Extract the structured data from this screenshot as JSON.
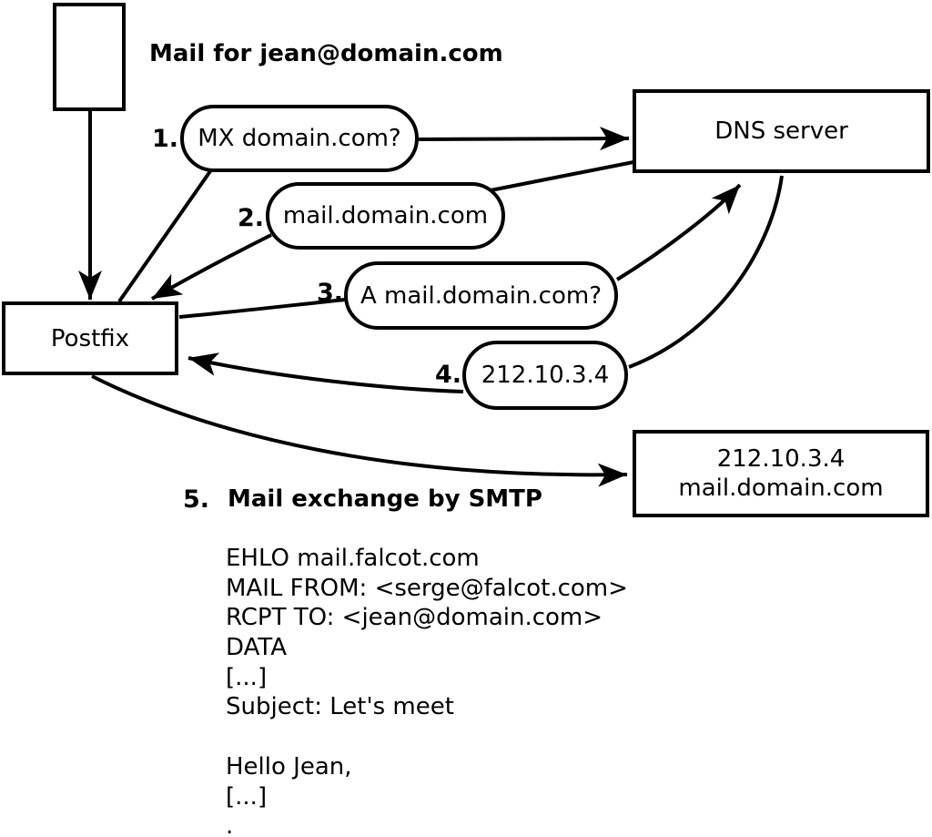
{
  "diagram": {
    "title_note": "Mail for jean@domain.com",
    "nodes": {
      "postfix_label": "Postfix",
      "dns_label": "DNS server",
      "mailserver_line1": "212.10.3.4",
      "mailserver_line2": "mail.domain.com"
    },
    "steps": [
      {
        "num": "1.",
        "label": "MX domain.com?"
      },
      {
        "num": "2.",
        "label": "mail.domain.com"
      },
      {
        "num": "3.",
        "label": "A mail.domain.com?"
      },
      {
        "num": "4.",
        "label": "212.10.3.4"
      },
      {
        "num": "5.",
        "label": "Mail exchange by SMTP"
      }
    ],
    "smtp_session": {
      "lines": [
        "EHLO mail.falcot.com",
        "MAIL FROM: <serge@falcot.com>",
        "RCPT TO: <jean@domain.com>",
        "DATA",
        "[...]",
        "Subject: Let's meet",
        "",
        "Hello Jean,",
        "[...]",
        "."
      ]
    },
    "colors": {
      "stroke": "#000000",
      "background": "#ffffff"
    }
  }
}
